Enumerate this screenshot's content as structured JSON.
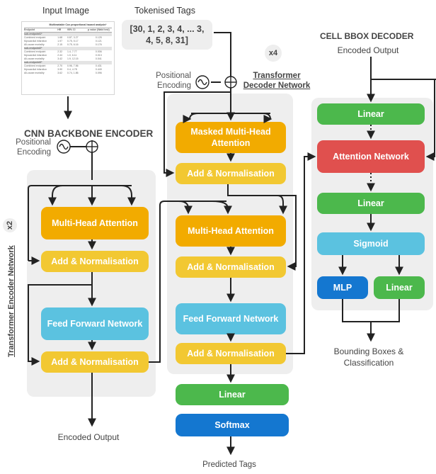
{
  "input": {
    "title": "Input Image",
    "table": {
      "caption": "Multivariable Cox proportional hazard analysis*",
      "headers": [
        "Endpoint",
        "HR",
        "95% CI",
        "p value (Wald test)"
      ],
      "sections": [
        {
          "title": "sub-endpoint1*",
          "rows": [
            [
              "Combined endpoint",
              "1.68",
              "0.87, 3.27",
              "0.125"
            ],
            [
              "Myocardial infarction",
              "1.97",
              "0.75, 5.17",
              "0.121"
            ],
            [
              "All-cause mortality",
              "2.15",
              "0.75, 6.16",
              "0.176"
            ]
          ]
        },
        {
          "title": "sub-endpoint2*",
          "rows": [
            [
              "Combined endpoint",
              "2.32",
              "1.4, 7.77",
              "0.006"
            ],
            [
              "Myocardial infarction",
              "2.44",
              "1.0, 6.11",
              "0.013"
            ],
            [
              "All-cause mortality",
              "3.42",
              "1.9, 12.15",
              "0.041"
            ]
          ]
        },
        {
          "title": "sub-endpoint3*",
          "rows": [
            [
              "Combined endpoint",
              "2.70",
              "0.96, 7.56",
              "0.431"
            ],
            [
              "Myocardial infarction",
              "3.90",
              "0.4, 4.78",
              "0.449"
            ],
            [
              "All-cause mortality",
              "3.62",
              "0.74, 1.86",
              "0.096"
            ]
          ]
        }
      ]
    }
  },
  "tags": {
    "title": "Tokenised Tags",
    "line1": "[30, 1, 2, 3, 4, ... 3,",
    "line2": "4, 5, 8, 31]"
  },
  "encoder": {
    "backbone": "CNN BACKBONE ENCODER",
    "positional_encoding": [
      "Positional",
      "Encoding"
    ],
    "repeat": "x2",
    "network_label": "Transformer Encoder Network",
    "blocks": {
      "mha": "Multi-Head Attention",
      "addnorm1": "Add & Normalisation",
      "ffn": "Feed Forward Network",
      "addnorm2": "Add & Normalisation"
    },
    "output": "Encoded Output"
  },
  "decoder": {
    "positional_encoding": [
      "Positional",
      "Encoding"
    ],
    "repeat": "x4",
    "network_label": [
      "Transformer",
      "Decoder Network"
    ],
    "blocks": {
      "masked_mha": "Masked Multi-Head Attention",
      "addnorm1": "Add & Normalisation",
      "mha": "Multi-Head Attention",
      "addnorm2": "Add & Normalisation",
      "ffn": "Feed Forward Network",
      "addnorm3": "Add & Normalisation",
      "linear": "Linear",
      "softmax": "Softmax"
    },
    "output": "Predicted Tags"
  },
  "bbox": {
    "title": "CELL BBOX DECODER",
    "subtitle": "Encoded Output",
    "blocks": {
      "linear1": "Linear",
      "attention": "Attention Network",
      "linear2": "Linear",
      "sigmoid": "Sigmoid",
      "mlp": "MLP",
      "linear3": "Linear"
    },
    "output": [
      "Bounding Boxes &",
      "Classification"
    ]
  }
}
